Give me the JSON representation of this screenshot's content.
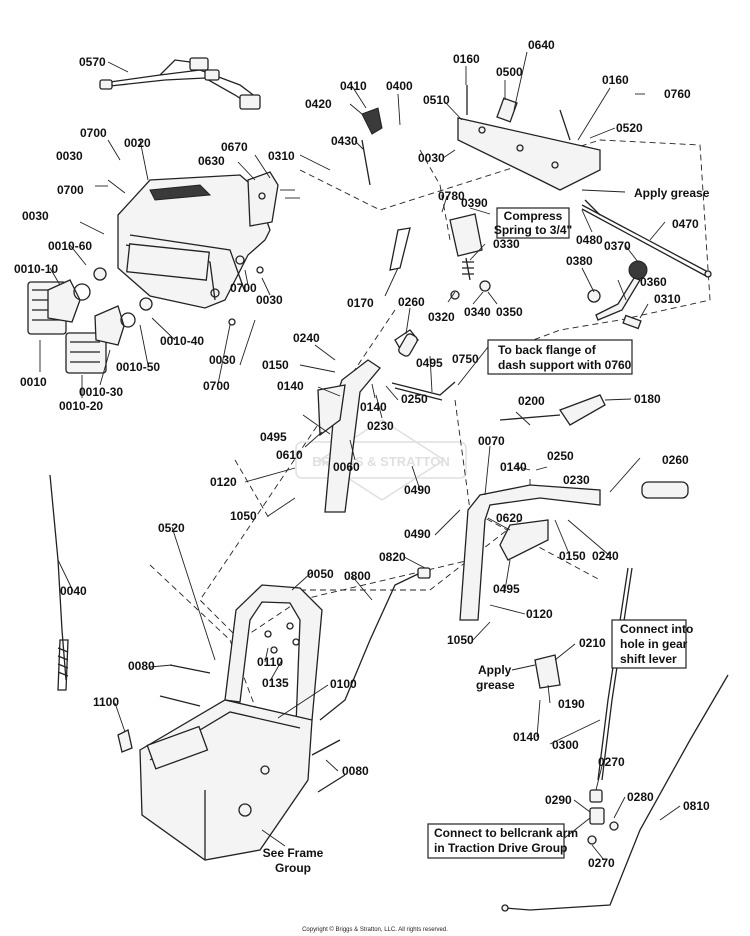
{
  "callouts": {
    "p0570": "0570",
    "p0700a": "0700",
    "p0020": "0020",
    "p0030a": "0030",
    "p0700b": "0700",
    "p0030b": "0030",
    "p0010_60": "0010-60",
    "p0010_10": "0010-10",
    "p0010": "0010",
    "p0010_20": "0010-20",
    "p0010_30": "0010-30",
    "p0010_50": "0010-50",
    "p0010_40": "0010-40",
    "p0700c": "0700",
    "p0030c": "0030",
    "p0700d": "0700",
    "p0030d": "0030",
    "p0630": "0630",
    "p0670": "0670",
    "p0310a": "0310",
    "p0420": "0420",
    "p0410": "0410",
    "p0400": "0400",
    "p0430": "0430",
    "p0160a": "0160",
    "p0640": "0640",
    "p0500": "0500",
    "p0510": "0510",
    "p0030e": "0030",
    "p0160b": "0160",
    "p0760": "0760",
    "p0520a": "0520",
    "p0780": "0780",
    "p0390": "0390",
    "p0330": "0330",
    "p0480": "0480",
    "p0370": "0370",
    "p0470": "0470",
    "p0380": "0380",
    "p0360": "0360",
    "p0310b": "0310",
    "p0320": "0320",
    "p0340": "0340",
    "p0350": "0350",
    "p0170": "0170",
    "p0260a": "0260",
    "p0240a": "0240",
    "p0150a": "0150",
    "p0495a": "0495",
    "p0750": "0750",
    "p0140a": "0140",
    "p0250a": "0250",
    "p0140b": "0140",
    "p0230a": "0230",
    "p0495b": "0495",
    "p0610": "0610",
    "p0060": "0060",
    "p0490a": "0490",
    "p0200": "0200",
    "p0180": "0180",
    "p0070": "0070",
    "p0120a": "0120",
    "p0140c": "0140",
    "p0250b": "0250",
    "p0230b": "0230",
    "p0260b": "0260",
    "p1050a": "1050",
    "p0520b": "0520",
    "p0490b": "0490",
    "p0620": "0620",
    "p0150b": "0150",
    "p0240b": "0240",
    "p0495c": "0495",
    "p0040": "0040",
    "p0820": "0820",
    "p0050": "0050",
    "p0800": "0800",
    "p0120b": "0120",
    "p1050b": "1050",
    "p0110": "0110",
    "p0080a": "0080",
    "p0135": "0135",
    "p0210": "0210",
    "p0100": "0100",
    "p0190": "0190",
    "p1100": "1100",
    "p0140d": "0140",
    "p0300": "0300",
    "p0080b": "0080",
    "p0270a": "0270",
    "p0280": "0280",
    "p0290": "0290",
    "p0810": "0810",
    "p0270b": "0270"
  },
  "notes": {
    "apply_grease_top": "Apply grease",
    "compress_l1": "Compress",
    "compress_l2": "Spring to 3/4\"",
    "back_flange_l1": "To back flange of",
    "back_flange_l2": "dash support with 0760",
    "connect_gear_l1": "Connect into",
    "connect_gear_l2": "hole in gear",
    "connect_gear_l3": "shift lever",
    "apply_grease_mid_l1": "Apply",
    "apply_grease_mid_l2": "grease",
    "connect_bell_l1": "Connect to bellcrank arm",
    "connect_bell_l2": "in Traction Drive Group",
    "see_frame_l1": "See Frame",
    "see_frame_l2": "Group"
  },
  "watermark": "BRIGGS & STRATTON",
  "copyright": "Copyright © Briggs & Stratton, LLC. All rights reserved."
}
